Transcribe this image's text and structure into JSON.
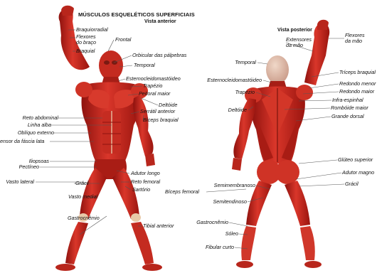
{
  "title": "MÚSCULOS ESQUELÉTICOS SUPERFICIAIS",
  "anterior_view": "Vista anterior",
  "posterior_view": "Vista posterior",
  "colors": {
    "muscle": "#c8231b",
    "muscle_dark": "#8e120e",
    "muscle_light": "#e2553f",
    "tendon": "#e8c9a8",
    "leader": "#555555"
  },
  "anterior_labels": {
    "braquiorradial": "Braquiorradial",
    "flexores_braco": "Flexores\ndo braço",
    "braquial": "Braquial",
    "frontal": "Frontal",
    "orbicular": "Orbicular das pálpebras",
    "temporal": "Temporal",
    "esternocleido": "Esternocleidomastóideo",
    "trapezio": "Trapézio",
    "peitoral": "Peitoral maior",
    "deltoide": "Deltóide",
    "serratil": "Serrátil anterior",
    "biceps": "Bíceps braquial",
    "reto_abdominal": "Reto abdominal",
    "linha_alba": "Linha alba",
    "obliquo": "Oblíquo externo",
    "tensor": "ensor da fáscia lata",
    "iliopsoas": "Iliopsoas",
    "pectineo": "Pectíneo",
    "vasto_lateral": "Vasto lateral",
    "gracil": "Grácil",
    "vasto_medial": "Vasto medial",
    "adutor_longo": "Adutor longo",
    "reto_femoral": "Reto femoral",
    "sartorio": "Sartório",
    "gastrocnemio": "Gastrocnêmio",
    "tibial": "Tibial anterior"
  },
  "posterior_labels": {
    "extensores": "Extensores\nda mão",
    "flexores_mao": "Flexores\nda mão",
    "temporal": "Temporal",
    "esternocleido": "Esternocleidomastóideo",
    "triceps": "Tríceps braquial",
    "redondo_menor": "Redondo menor",
    "trapezio": "Trapézio",
    "redondo_maior": "Redondo maior",
    "infra": "Infra-espinhal",
    "romboide": "Rombóide maior",
    "deltoide": "Deltóide",
    "grande_dorsal": "Grande dorsal",
    "gluteo": "Glúteo superior",
    "adutor_magno": "Adutor magno",
    "gracil": "Grácil",
    "semimembranoso": "Semimembranoso",
    "biceps_femoral": "Bíceps femoral",
    "semitendinoso": "Semitendinoso",
    "gastrocnemio": "Gastrocnêmio",
    "soleo": "Sóleo",
    "fibular": "Fibular curto"
  }
}
